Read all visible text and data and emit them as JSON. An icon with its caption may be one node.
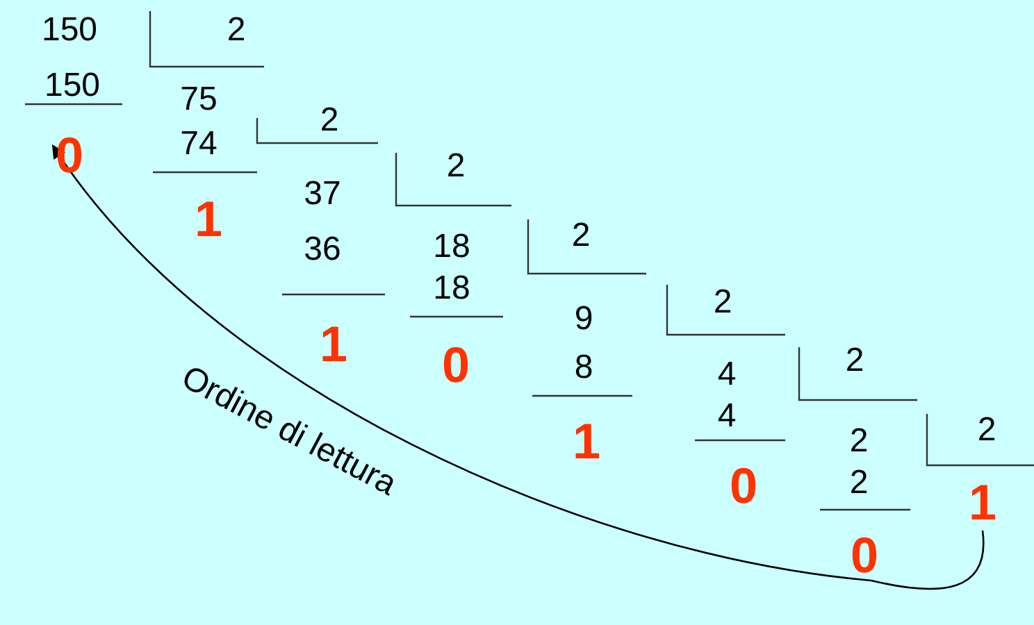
{
  "diagram": {
    "nodes": [
      {
        "text": [
          "0"
        ]
      },
      {
        "text": [
          "1"
        ]
      },
      {
        "text": [
          "1"
        ]
      },
      {
        "text": [
          "0"
        ]
      },
      {
        "text": [
          "1"
        ]
      },
      {
        "text": [
          "0"
        ]
      },
      {
        "text": [
          "0"
        ]
      },
      {
        "text": [
          "1"
        ]
      }
    ],
    "edges": [
      {
        "from": 7,
        "to": 0,
        "arrow": "to",
        "label": "Ordine di lettura"
      }
    ],
    "labels": [
      "150",
      "2",
      "150",
      "75",
      "2",
      "74",
      "37",
      "2",
      "36",
      "18",
      "2",
      "18",
      "9",
      "2",
      "8",
      "4",
      "2",
      "4",
      "2",
      "2",
      "2"
    ]
  }
}
